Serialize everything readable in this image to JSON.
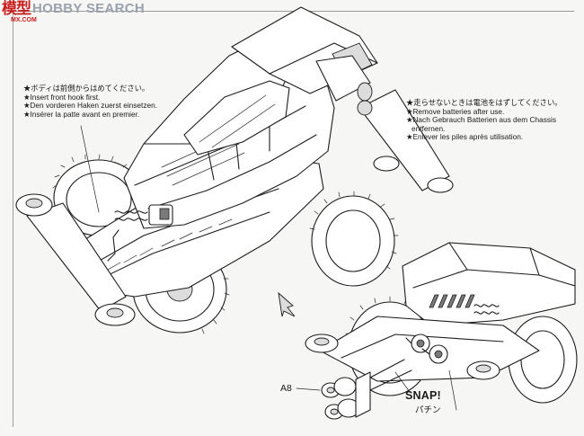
{
  "watermark": {
    "site_cn": "模型",
    "site_name": "HOBBY SEARCH",
    "site_tag": "MX.COM"
  },
  "notes": {
    "front_hook": [
      "★ボディは前側からはめてください。",
      "★Insert front hook first.",
      "★Den vorderen Haken zuerst einsetzen.",
      "★Insérer la patte avant en premier."
    ],
    "batteries": [
      "★走らせないときは電池をはずしてください。",
      "★Remove batteries after use.",
      "★Nach Gebrauch Batterien aus dem Chassis",
      "entfernen.",
      "★Enlever les piles après utilisation."
    ]
  },
  "labels": {
    "part": "A8",
    "snap": "SNAP!",
    "snap_jp": "パチン"
  }
}
